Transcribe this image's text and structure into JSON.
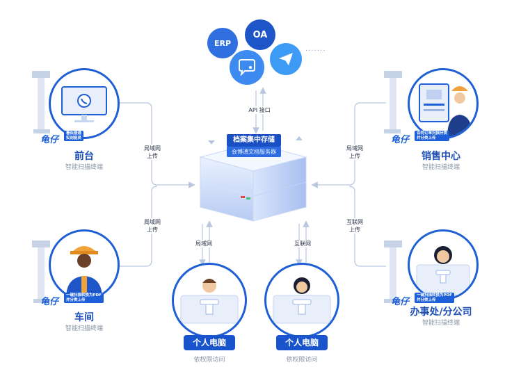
{
  "apps": {
    "erp": "ERP",
    "oa": "OA",
    "more": "·······"
  },
  "center": {
    "title": "档案集中存储",
    "subtitle": "会博通文档服务器",
    "api_label": "API 接口"
  },
  "nodes": {
    "front": {
      "title": "前台",
      "sub": "智能扫描终端",
      "brand": "龟仔",
      "slogan1": "看似普通",
      "slogan2": "实则能员",
      "link": "局域网\n上传"
    },
    "workshop": {
      "title": "车间",
      "sub": "智能扫描终端",
      "brand": "龟仔",
      "slogan1": "一键扫描转换为PDF",
      "slogan2": "并分类上传",
      "link": "局域网\n上传"
    },
    "sales": {
      "title": "销售中心",
      "sub": "智能扫描终端",
      "brand": "龟仔",
      "slogan1": "合同订单扫描分类",
      "slogan2": "并分类上传",
      "link": "局域网\n上传"
    },
    "office": {
      "title": "办事处/分公司",
      "sub": "智能扫描终端",
      "brand": "龟仔",
      "slogan1": "一键扫描转换为PDF",
      "slogan2": "并分类上传",
      "link": "互联网\n上传"
    },
    "pc_lan": {
      "title": "个人电脑",
      "sub": "依权限访问",
      "link": "局域网"
    },
    "pc_net": {
      "title": "个人电脑",
      "sub": "依权限访问",
      "link": "互联网"
    }
  },
  "colors": {
    "primary": "#1d4fb8",
    "accent": "#1e5fd6",
    "line": "#b8c6e0",
    "erp": "#2f6fe0",
    "oa": "#1e56c8",
    "chat": "#3d8af0",
    "plane": "#3d9bf5"
  }
}
